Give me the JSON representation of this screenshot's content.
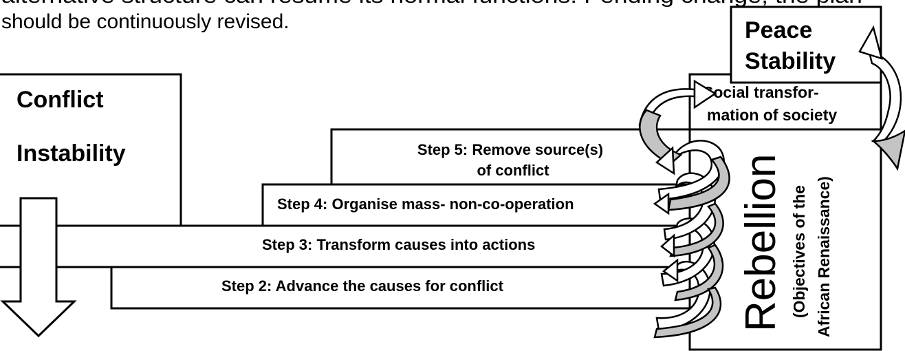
{
  "paragraph": {
    "line1": "alternative structure can resume its normal functions. Pending change, the plan",
    "line2": "should be continuously revised."
  },
  "conflict": {
    "line1": "Conflict",
    "line2": "Instability"
  },
  "peace": {
    "line1": "Peace",
    "line2": "Stability"
  },
  "social": {
    "line1": "Social transfor-",
    "line2": "mation of society"
  },
  "steps": {
    "step5_line1": "Step 5: Remove source(s)",
    "step5_line2": "of conflict",
    "step4": "Step 4: Organise mass- non-co-operation",
    "step3": "Step 3: Transform causes into actions",
    "step2": "Step 2: Advance the causes for conflict"
  },
  "rebellion": {
    "title": "Rebellion",
    "sub1": "(Objectives of the",
    "sub2": "African Renaissance)"
  }
}
